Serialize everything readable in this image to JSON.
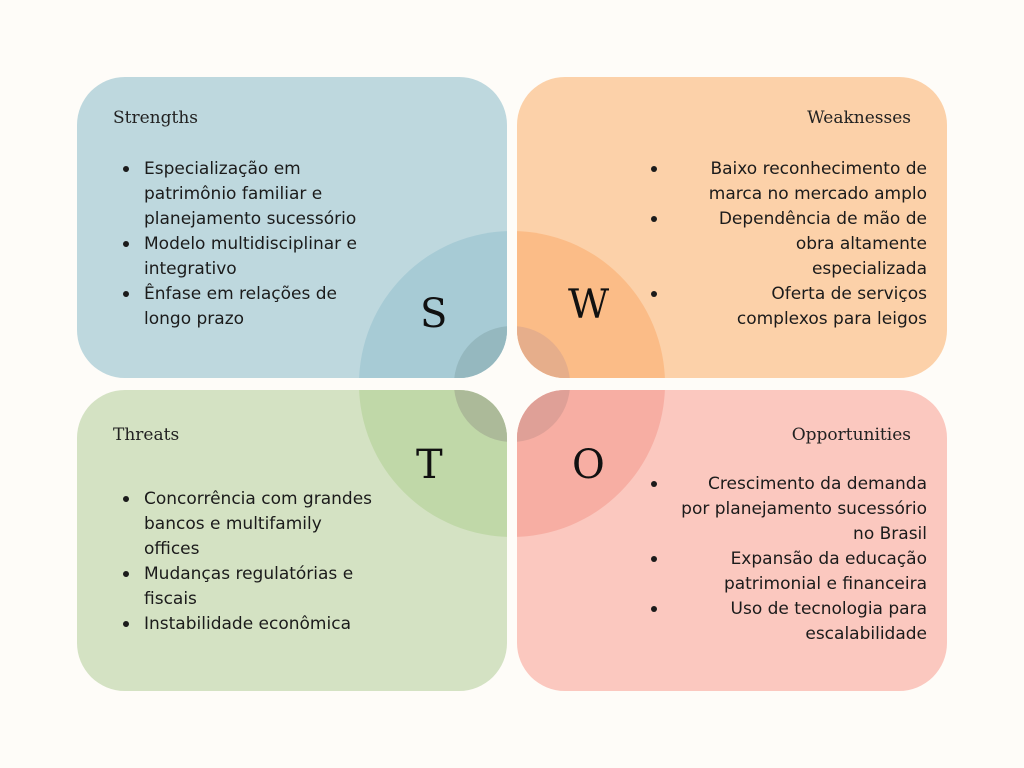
{
  "swot": {
    "strengths": {
      "title": "Strengths",
      "letter": "S",
      "items": [
        "Especialização em patrimônio familiar e planejamento sucessório",
        "Modelo multidisciplinar e integrativo",
        "Ênfase em relações de longo prazo"
      ]
    },
    "weaknesses": {
      "title": "Weaknesses",
      "letter": "W",
      "items": [
        "Baixo reconhecimento de marca no mercado amplo",
        "Dependência de mão de obra altamente especializada",
        "Oferta de serviços complexos para leigos"
      ]
    },
    "threats": {
      "title": "Threats",
      "letter": "T",
      "items": [
        "Concorrência com grandes bancos e multifamily offices",
        "Mudanças regulatórias e fiscais",
        "Instabilidade econômica"
      ]
    },
    "opportunities": {
      "title": "Opportunities",
      "letter": "O",
      "items": [
        "Crescimento da demanda por planejamento sucessório no Brasil",
        "Expansão da educação patrimonial e financeira",
        "Uso de tecnologia para escalabilidade"
      ]
    }
  },
  "colors": {
    "background": "#fefcf8",
    "strengths": "#bed8de",
    "weaknesses": "#fcd1a9",
    "threats": "#d4e2c3",
    "opportunities": "#fbc8bf"
  }
}
